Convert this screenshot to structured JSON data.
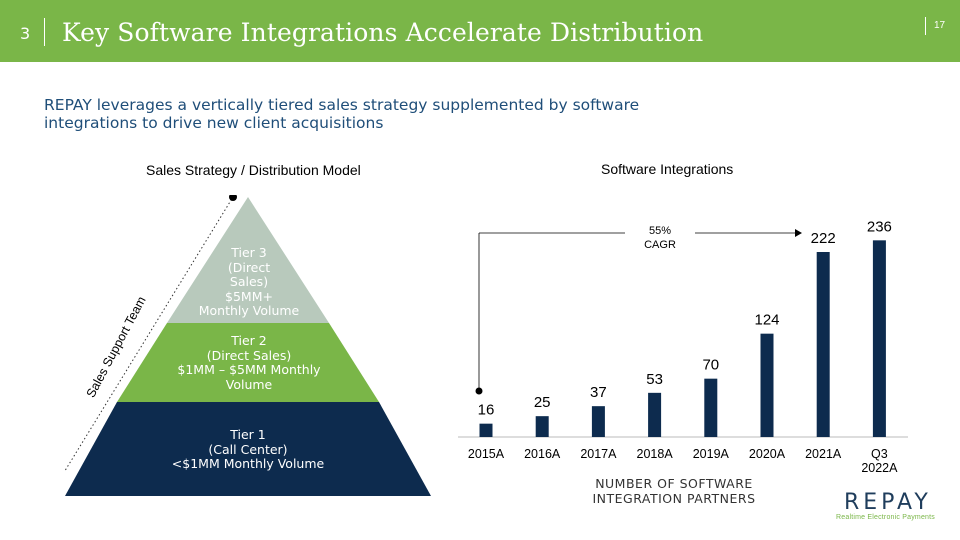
{
  "header": {
    "section_number": "3",
    "title": "Key Software Integrations Accelerate Distribution",
    "page_number": "17"
  },
  "subtitle": "REPAY leverages a vertically tiered sales strategy supplemented by software integrations to drive new client acquisitions",
  "pyramid": {
    "title": "Sales Strategy / Distribution Model",
    "side_label": "Sales Support Team",
    "tiers": [
      {
        "lines": [
          "Tier 3",
          "(Direct",
          "Sales)",
          "$5MM+",
          "Monthly Volume"
        ],
        "color": "#b8c9bc"
      },
      {
        "lines": [
          "Tier 2",
          "(Direct Sales)",
          "$1MM – $5MM Monthly",
          "Volume"
        ],
        "color": "#7ab648"
      },
      {
        "lines": [
          "Tier 1",
          "(Call Center)",
          "<$1MM Monthly Volume"
        ],
        "color": "#0d2b4e"
      }
    ]
  },
  "chart_data": {
    "type": "bar",
    "title": "Software Integrations",
    "categories": [
      "2015A",
      "2016A",
      "2017A",
      "2018A",
      "2019A",
      "2020A",
      "2021A",
      "Q3 2022A"
    ],
    "values": [
      16,
      25,
      37,
      53,
      70,
      124,
      222,
      236
    ],
    "xlabel": "NUMBER OF SOFTWARE INTEGRATION PARTNERS",
    "ylabel": "",
    "ylim": [
      0,
      240
    ],
    "bar_color": "#0d2b4e",
    "annotation": {
      "text_line1": "55%",
      "text_line2": "CAGR"
    }
  },
  "logo": {
    "wordmark": "REPAY",
    "tagline": "Realtime Electronic Payments"
  }
}
